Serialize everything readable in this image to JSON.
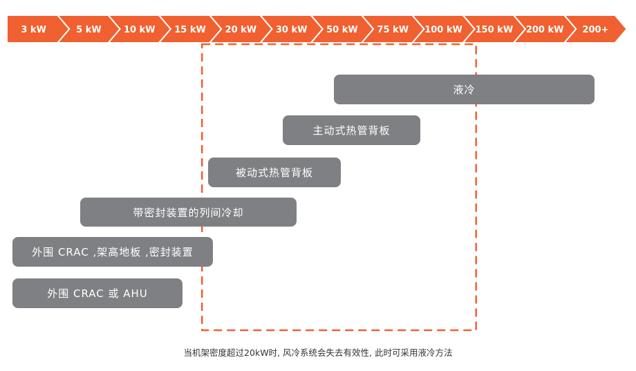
{
  "scale": {
    "color": "#f06030",
    "labels": [
      "3 kW",
      "5 kW",
      "10 kW",
      "15 kW",
      "20 kW",
      "30 kW",
      "50 kW",
      "75 kW",
      "100 kW",
      "150 kW",
      "200 kW",
      "200+"
    ]
  },
  "bars": [
    {
      "label": "液冷",
      "from_kw": "50 kW",
      "to_kw": "200+"
    },
    {
      "label": "主动式热管背板",
      "from_kw": "30 kW",
      "to_kw": "75 kW"
    },
    {
      "label": "被动式热管背板",
      "from_kw": "20 kW",
      "to_kw": "50 kW"
    },
    {
      "label": "带密封装置的列间冷却",
      "from_kw": "5 kW",
      "to_kw": "30 kW"
    },
    {
      "label": "外围 CRAC ,架高地板 ,密封装置",
      "from_kw": "3 kW",
      "to_kw": "15 kW"
    },
    {
      "label": "外围 CRAC 或 AHU",
      "from_kw": "3 kW",
      "to_kw": "15 kW"
    }
  ],
  "bar_color": "#7f8083",
  "highlight": {
    "color": "#f06030",
    "from_kw": "15 kW",
    "to_kw": "150 kW"
  },
  "footnote": "当机架密度超过20kW时, 风冷系统会失去有效性, 此时可采用液冷方法"
}
